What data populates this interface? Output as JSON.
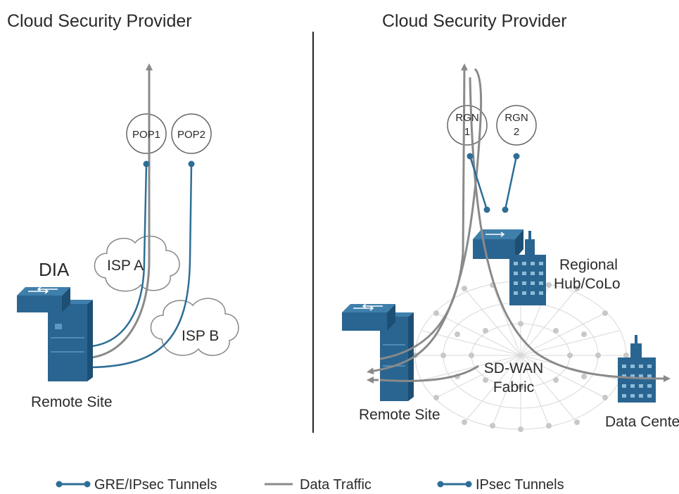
{
  "left_panel": {
    "title": "Cloud Security Provider",
    "pop1": "POP1",
    "pop2": "POP2",
    "dia": "DIA",
    "isp_a": "ISP A",
    "isp_b": "ISP B",
    "remote_site": "Remote Site"
  },
  "right_panel": {
    "title": "Cloud Security Provider",
    "rgn1": [
      "RGN",
      "1"
    ],
    "rgn2": [
      "RGN",
      "2"
    ],
    "regional_hub": [
      "Regional",
      "Hub/CoLo"
    ],
    "sdwan_fabric": [
      "SD-WAN",
      "Fabric"
    ],
    "remote_site": "Remote Site",
    "data_center": "Data Center"
  },
  "legend": {
    "gre_ipsec": "GRE/IPsec Tunnels",
    "data_traffic": "Data Traffic",
    "ipsec": "IPsec Tunnels"
  },
  "colors": {
    "tunnel_blue": "#2e6e96",
    "traffic_gray": "#8a8a8a",
    "device_blue": "#2a6591",
    "mesh_gray": "#cfcfcf"
  }
}
